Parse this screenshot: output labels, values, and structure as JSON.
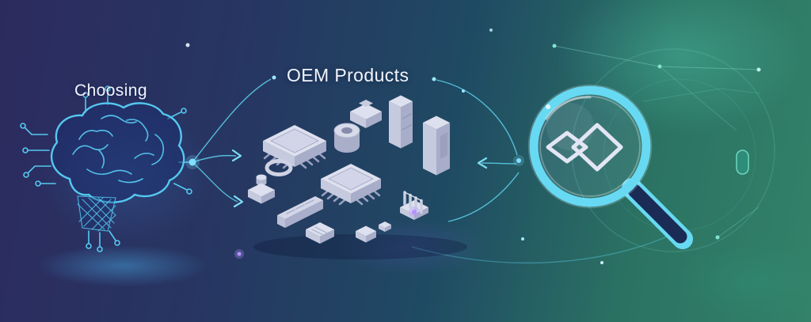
{
  "banner": {
    "labels": {
      "choosing": "Choosing",
      "oem_products": "OEM Products"
    },
    "icons": {
      "brain": "ai-brain-icon",
      "components": "oem-components-illustration",
      "magnifier": "magnifier-icon",
      "logo": "diamond-logo-icon"
    },
    "colors": {
      "bg_left": "#2b2b5e",
      "bg_mid": "#22395f",
      "bg_right": "#2f8068",
      "accent_cyan": "#5fd2f0",
      "line_cyan": "#58cdec",
      "component_light": "#dde0ee",
      "component_mid": "#b9bed8",
      "component_dark": "#9aa0c0",
      "handle_navy": "#1a2c55",
      "teal_node": "#2e8f7a",
      "purple_dot": "#b493ff",
      "text": "#f2f5ff"
    }
  }
}
